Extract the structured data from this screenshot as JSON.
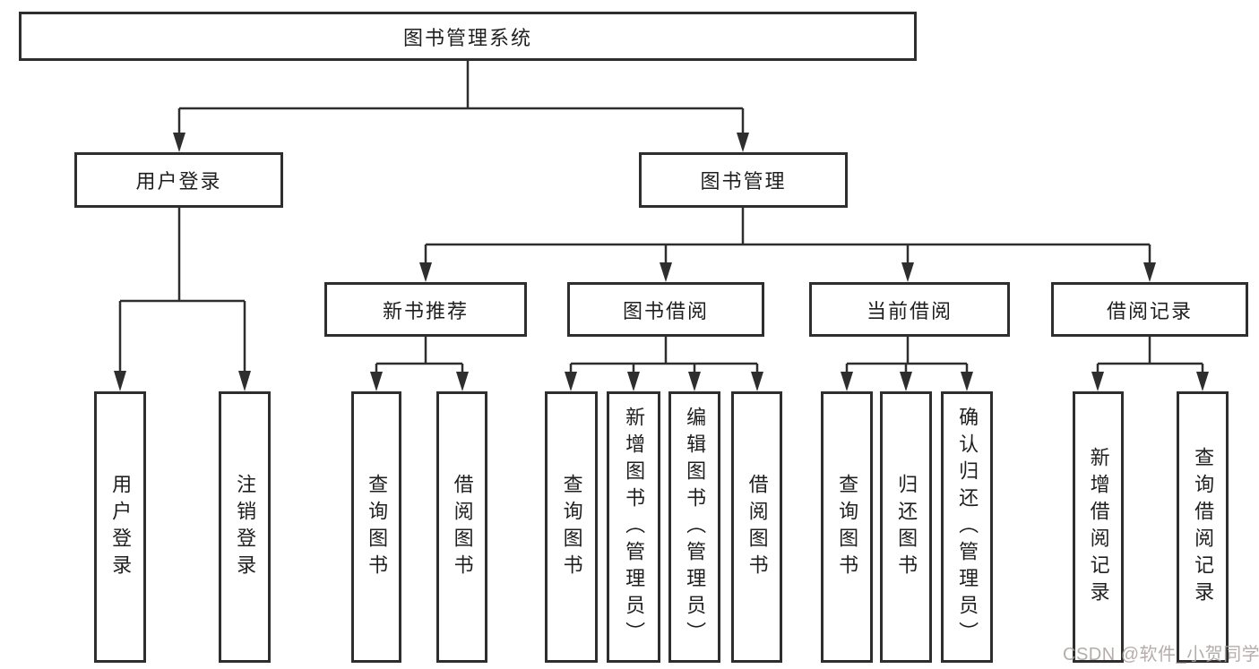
{
  "tree": {
    "root": {
      "label": "图书管理系统"
    },
    "level2": [
      {
        "label": "用户登录"
      },
      {
        "label": "图书管理"
      }
    ],
    "level3": [
      {
        "label": "新书推荐"
      },
      {
        "label": "图书借阅"
      },
      {
        "label": "当前借阅"
      },
      {
        "label": "借阅记录"
      }
    ],
    "leaves": {
      "user_login": [
        {
          "label": "用户登录"
        },
        {
          "label": "注销登录"
        }
      ],
      "new_book_recommendation": [
        {
          "label": "查询图书"
        },
        {
          "label": "借阅图书"
        }
      ],
      "book_borrowing": [
        {
          "label": "查询图书"
        },
        {
          "label": "新增图书（管理员）"
        },
        {
          "label": "编辑图书（管理员）"
        },
        {
          "label": "借阅图书"
        }
      ],
      "current_borrowing": [
        {
          "label": "查询图书"
        },
        {
          "label": "归还图书"
        },
        {
          "label": "确认归还（管理员）"
        }
      ],
      "borrowing_records": [
        {
          "label": "新增借阅记录"
        },
        {
          "label": "查询借阅记录"
        }
      ]
    }
  },
  "watermark": {
    "text": "CSDN @软件_小贺同学"
  },
  "colors": {
    "line": "#2e2e2e",
    "text": "#1f1f1f",
    "background": "#ffffff",
    "watermark": "#ada0a0"
  }
}
